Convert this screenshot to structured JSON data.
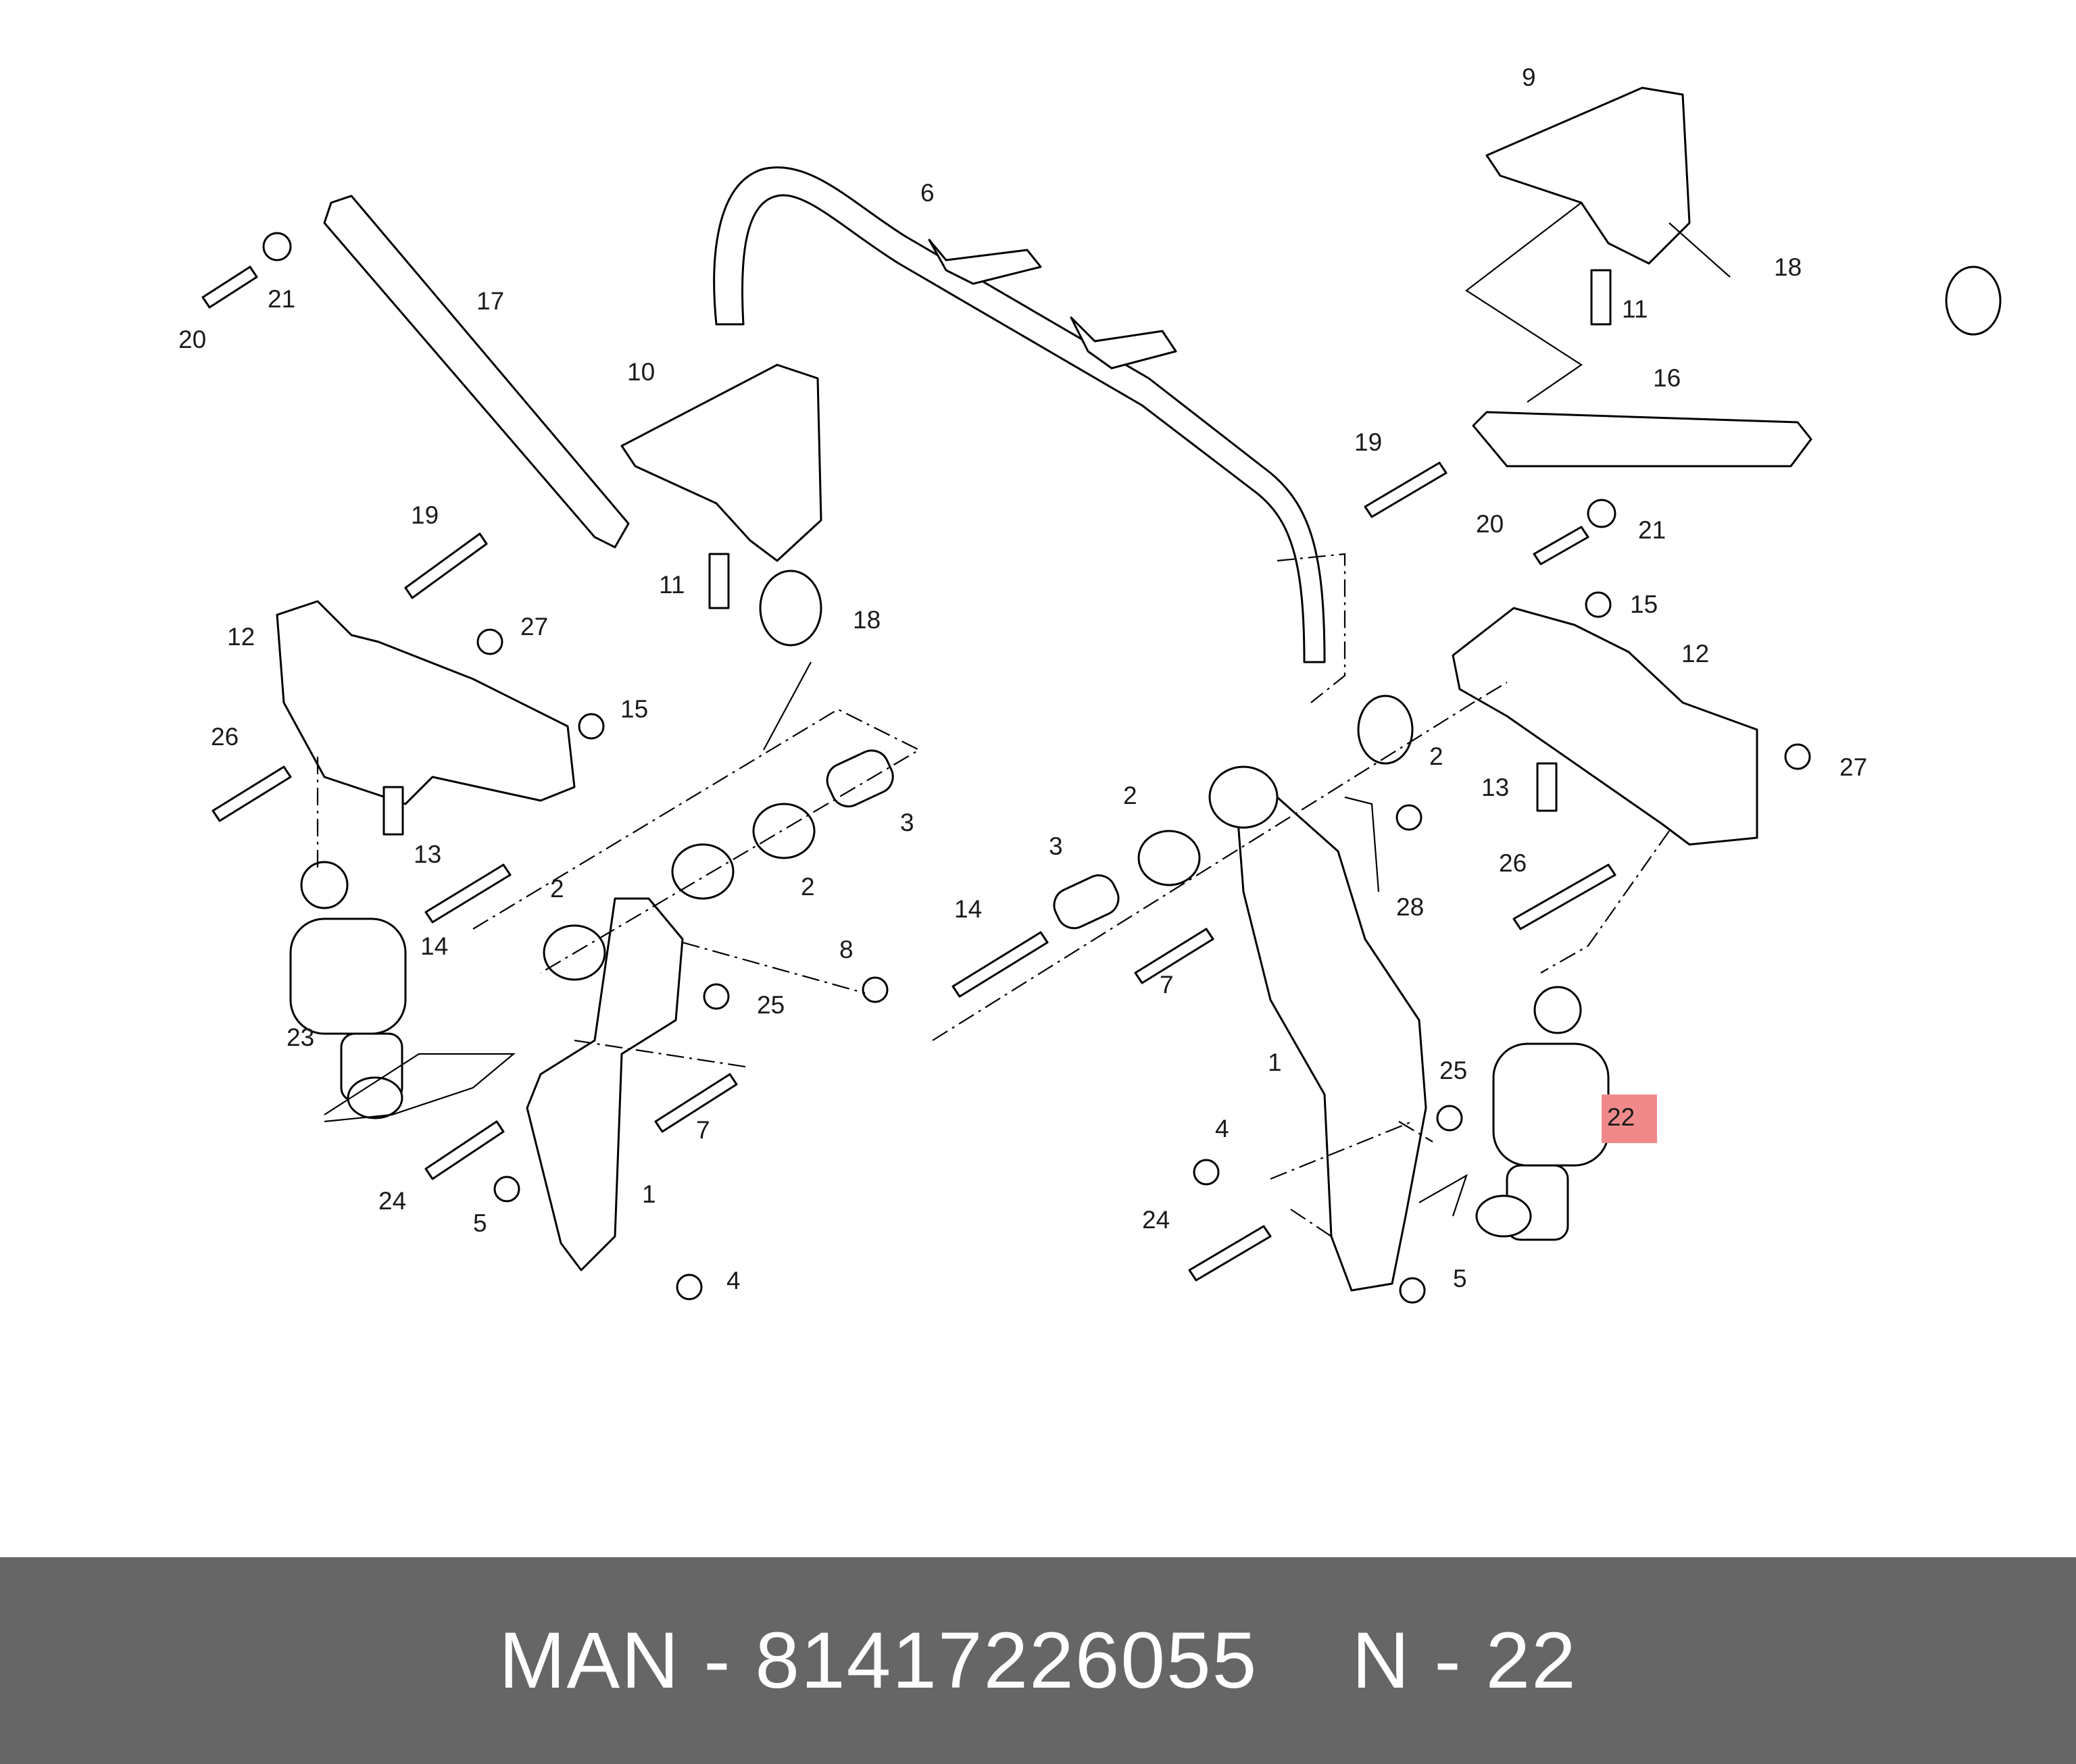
{
  "labels": [
    {
      "text": "9"
    },
    {
      "text": "6"
    },
    {
      "text": "18"
    },
    {
      "text": "11"
    },
    {
      "text": "21"
    },
    {
      "text": "17"
    },
    {
      "text": "20"
    },
    {
      "text": "10"
    },
    {
      "text": "16"
    },
    {
      "text": "19"
    },
    {
      "text": "19"
    },
    {
      "text": "20"
    },
    {
      "text": "21"
    },
    {
      "text": "11"
    },
    {
      "text": "18"
    },
    {
      "text": "15"
    },
    {
      "text": "12"
    },
    {
      "text": "12"
    },
    {
      "text": "27"
    },
    {
      "text": "15"
    },
    {
      "text": "26"
    },
    {
      "text": "2"
    },
    {
      "text": "27"
    },
    {
      "text": "13"
    },
    {
      "text": "2"
    },
    {
      "text": "3"
    },
    {
      "text": "13"
    },
    {
      "text": "3"
    },
    {
      "text": "26"
    },
    {
      "text": "2"
    },
    {
      "text": "2"
    },
    {
      "text": "14"
    },
    {
      "text": "14"
    },
    {
      "text": "28"
    },
    {
      "text": "8"
    },
    {
      "text": "7"
    },
    {
      "text": "25"
    },
    {
      "text": "23"
    },
    {
      "text": "1"
    },
    {
      "text": "25"
    },
    {
      "text": "7"
    },
    {
      "text": "4"
    },
    {
      "text": "24"
    },
    {
      "text": "1"
    },
    {
      "text": "5"
    },
    {
      "text": "24"
    },
    {
      "text": "4"
    },
    {
      "text": "5"
    }
  ],
  "highlight": {
    "text": "22",
    "color": "#f08a8a"
  },
  "footer": {
    "brand": "MAN",
    "separator": " - ",
    "part_number": "81417226055",
    "gap": "    ",
    "ref": "N - 22"
  },
  "colors": {
    "footer_bg": "#666666",
    "footer_text": "#ffffff"
  }
}
